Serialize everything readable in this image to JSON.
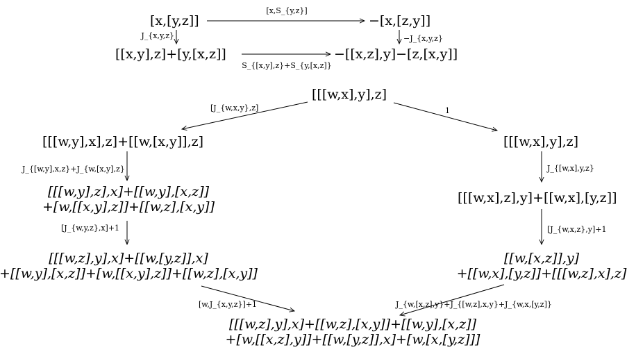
{
  "square": {
    "top_left": "[x,[y,z]]",
    "top_right": "−[x,[z,y]]",
    "bottom_left": "[[x,y],z]+[y,[x,z]]",
    "bottom_right": "−[[x,z],y]−[z,[x,y]]",
    "arrow_top": "[x,S_{y,z}]",
    "arrow_left": "J_{x,y,z}",
    "arrow_right": "−J_{x,y,z}",
    "arrow_bottom": "S_{[x,y],z}+S_{y,[x,z]}"
  },
  "hexagon": {
    "top": "[[[w,x],y],z]",
    "left1": "[[[w,y],x],z]+[[w,[x,y]],z]",
    "right1": "[[[w,x],y],z]",
    "left2_line1": "[[[w,y],z],x]+[[w,y],[x,z]]",
    "left2_line2": "+[w,[[x,y],z]]+[[w,z],[x,y]]",
    "right2": "[[[w,x],z],y]+[[w,x],[y,z]]",
    "left3_line1": "[[[w,z],y],x]+[[w,[y,z]],x]",
    "left3_line2": "+[[w,y],[x,z]]+[w,[[x,y],z]]+[[w,z],[x,y]]",
    "right3_line1": "[[w,[x,z]],y]",
    "right3_line2": "+[[w,x],[y,z]]+[[[w,z],x],z]",
    "bottom_line1": "[[[w,z],y],x]+[[w,z],[x,y]]+[[w,y],[x,z]]",
    "bottom_line2": "+[w,[[x,z],y]]+[[w,[y,z]],x]+[w,[x,[y,z]]]",
    "label_top_left": "[J_{w,x,y},z]",
    "label_top_right": "1",
    "label_left1": "J_{[w,y],x,z}+J_{w,[x,y],z}",
    "label_right1": "J_{[w,x],y,z}",
    "label_left2": "[J_{w,y,z},x]+1",
    "label_right2": "[J_{w,x,z},y]+1",
    "label_bottom_left": "[w,J_{x,y,z}]+1",
    "label_bottom_right": "J_{w,[x,z],y}+J_{[w,z],x,y}+J_{w,x,[y,z]}"
  }
}
